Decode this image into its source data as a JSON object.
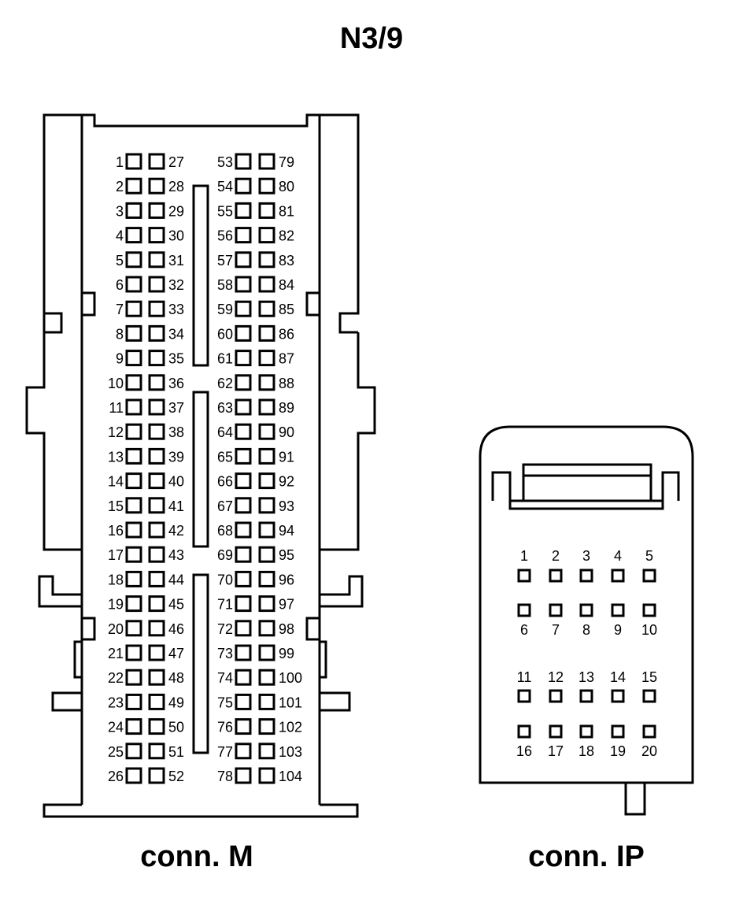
{
  "title": "N3/9",
  "connector_m": {
    "caption": "conn. M",
    "pins": [
      "1",
      "2",
      "3",
      "4",
      "5",
      "6",
      "7",
      "8",
      "9",
      "10",
      "11",
      "12",
      "13",
      "14",
      "15",
      "16",
      "17",
      "18",
      "19",
      "20",
      "21",
      "22",
      "23",
      "24",
      "25",
      "26",
      "27",
      "28",
      "29",
      "30",
      "31",
      "32",
      "33",
      "34",
      "35",
      "36",
      "37",
      "38",
      "39",
      "40",
      "41",
      "42",
      "43",
      "44",
      "45",
      "46",
      "47",
      "48",
      "49",
      "50",
      "51",
      "52",
      "53",
      "54",
      "55",
      "56",
      "57",
      "58",
      "59",
      "60",
      "61",
      "62",
      "63",
      "64",
      "65",
      "66",
      "67",
      "68",
      "69",
      "70",
      "71",
      "72",
      "73",
      "74",
      "75",
      "76",
      "77",
      "78",
      "79",
      "80",
      "81",
      "82",
      "83",
      "84",
      "85",
      "86",
      "87",
      "88",
      "89",
      "90",
      "91",
      "92",
      "93",
      "94",
      "95",
      "96",
      "97",
      "98",
      "99",
      "100",
      "101",
      "102",
      "103",
      "104"
    ]
  },
  "connector_ip": {
    "caption": "conn. IP",
    "pins": [
      "1",
      "2",
      "3",
      "4",
      "5",
      "6",
      "7",
      "8",
      "9",
      "10",
      "11",
      "12",
      "13",
      "14",
      "15",
      "16",
      "17",
      "18",
      "19",
      "20"
    ]
  }
}
